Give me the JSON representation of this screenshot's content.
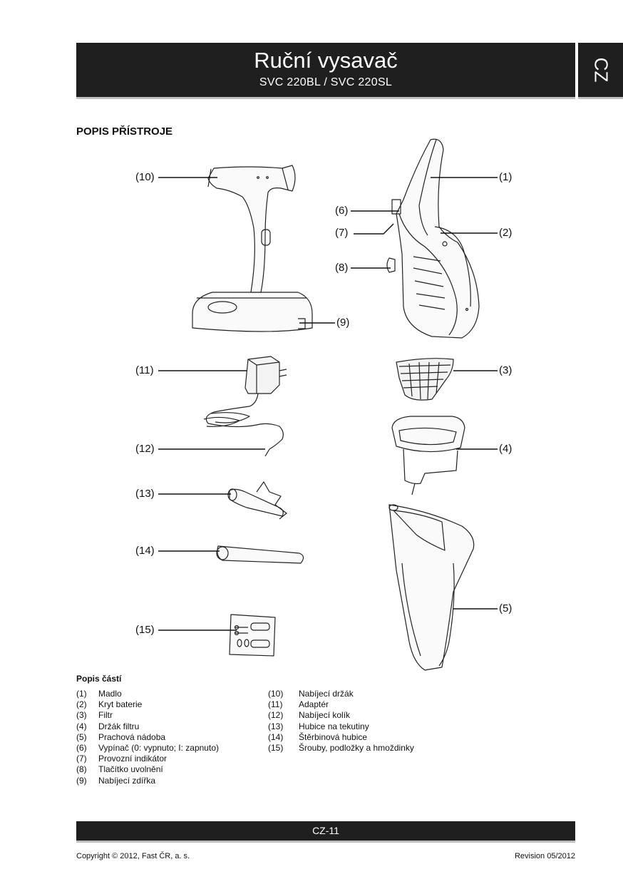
{
  "header": {
    "title": "Ruční vysavač",
    "subtitle": "SVC 220BL / SVC 220SL",
    "lang_tab": "CZ"
  },
  "section_title": "POPIS PŘÍSTROJE",
  "callouts": {
    "c1": "(1)",
    "c2": "(2)",
    "c3": "(3)",
    "c4": "(4)",
    "c5": "(5)",
    "c6": "(6)",
    "c7": "(7)",
    "c8": "(8)",
    "c9": "(9)",
    "c10": "(10)",
    "c11": "(11)",
    "c12": "(12)",
    "c13": "(13)",
    "c14": "(14)",
    "c15": "(15)"
  },
  "parts": {
    "heading": "Popis částí",
    "left": [
      {
        "num": "(1)",
        "label": "Madlo"
      },
      {
        "num": "(2)",
        "label": "Kryt baterie"
      },
      {
        "num": "(3)",
        "label": "Filtr"
      },
      {
        "num": "(4)",
        "label": "Držák filtru"
      },
      {
        "num": "(5)",
        "label": "Prachová nádoba"
      },
      {
        "num": "(6)",
        "label": "Vypínač (0: vypnuto; I: zapnuto)"
      },
      {
        "num": "(7)",
        "label": "Provozní indikátor"
      },
      {
        "num": "(8)",
        "label": "Tlačítko uvolnění"
      },
      {
        "num": "(9)",
        "label": "Nabíjecí zdířka"
      }
    ],
    "right": [
      {
        "num": "(10)",
        "label": "Nabíjecí držák"
      },
      {
        "num": "(11)",
        "label": "Adaptér"
      },
      {
        "num": "(12)",
        "label": "Nabíjecí kolík"
      },
      {
        "num": "(13)",
        "label": "Hubice na tekutiny"
      },
      {
        "num": "(14)",
        "label": "Štěrbinová hubice"
      },
      {
        "num": "(15)",
        "label": "Šrouby, podložky a hmoždinky"
      }
    ]
  },
  "footer": {
    "page": "CZ-11",
    "copyright": "Copyright © 2012, Fast ČR, a. s.",
    "revision": "Revision 05/2012"
  },
  "colors": {
    "bar": "#1f1f1f",
    "shadow": "#bfbfbf",
    "text": "#111111"
  }
}
